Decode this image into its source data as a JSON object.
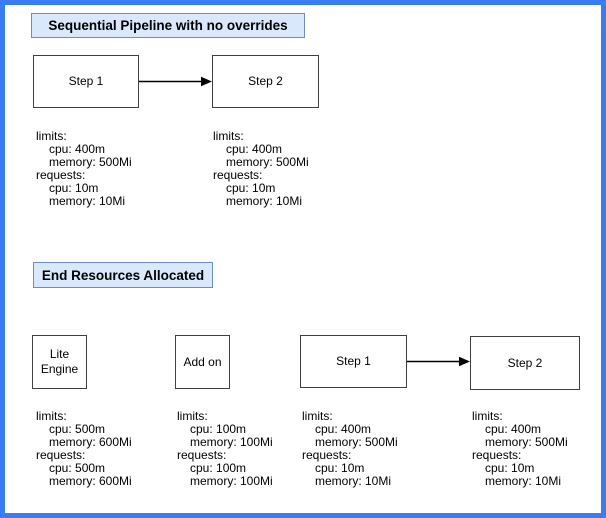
{
  "colors": {
    "frame_border": "#3A7DF2",
    "canvas_bg": "#FFFFFF",
    "title_fill": "#DAE8FC",
    "title_stroke": "#6C8EBF",
    "node_fill": "#FFFFFF",
    "node_stroke": "#404040",
    "text": "#000000",
    "arrow": "#000000"
  },
  "pipeline_section": {
    "title": "Sequential Pipeline with no overrides",
    "nodes": [
      {
        "label": "Step 1"
      },
      {
        "label": "Step 2"
      }
    ],
    "resources": [
      {
        "lines": [
          "limits:",
          "cpu: 400m",
          "memory: 500Mi",
          "requests:",
          "cpu: 10m",
          "memory: 10Mi"
        ]
      },
      {
        "lines": [
          "limits:",
          "cpu: 400m",
          "memory: 500Mi",
          "requests:",
          "cpu: 10m",
          "memory: 10Mi"
        ]
      }
    ]
  },
  "end_section": {
    "title": "End Resources Allocated",
    "nodes": [
      {
        "label_line1": "Lite",
        "label_line2": "Engine"
      },
      {
        "label": "Add on"
      },
      {
        "label": "Step 1"
      },
      {
        "label": "Step 2"
      }
    ],
    "resources": [
      {
        "lines": [
          "limits:",
          "cpu: 500m",
          "memory: 600Mi",
          "requests:",
          "cpu: 500m",
          "memory: 600Mi"
        ]
      },
      {
        "lines": [
          "limits:",
          "cpu: 100m",
          "memory: 100Mi",
          "requests:",
          "cpu: 100m",
          "memory: 100Mi"
        ]
      },
      {
        "lines": [
          "limits:",
          "cpu: 400m",
          "memory: 500Mi",
          "requests:",
          "cpu: 10m",
          "memory: 10Mi"
        ]
      },
      {
        "lines": [
          "limits:",
          "cpu: 400m",
          "memory: 500Mi",
          "requests:",
          "cpu: 10m",
          "memory: 10Mi"
        ]
      }
    ]
  }
}
